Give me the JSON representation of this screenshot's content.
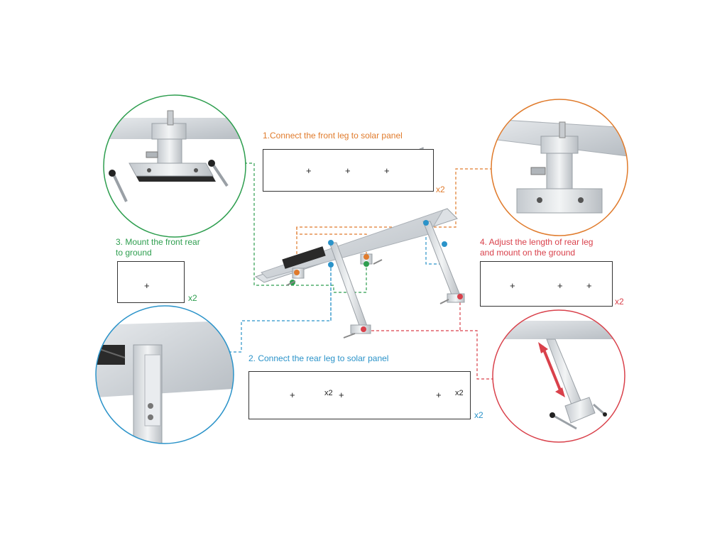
{
  "steps": {
    "step1": {
      "title": "1.Connect the front leg to solar panel",
      "multiplier": "x2"
    },
    "step2": {
      "title": "2. Connect the rear leg to solar panel",
      "multiplier": "x2",
      "inner_qty_a": "x2",
      "inner_qty_b": "x2"
    },
    "step3": {
      "title": "3. Mount the front rear\nto ground",
      "multiplier": "x2"
    },
    "step4": {
      "title": "4. Adjust the length of rear leg\nand mount on the ground",
      "multiplier": "x2"
    }
  },
  "plus_sign": "+",
  "colors": {
    "step1": "#e07b2c",
    "step2": "#2b93c9",
    "step3": "#2e9e4f",
    "step4": "#d9414b",
    "metal": "#d9dde1",
    "panel": "#c9ced3"
  },
  "icons": {
    "step1_parts": [
      "l-bracket",
      "bolt-washer-nut",
      "long-bolt-washer-nut",
      "u-bracket"
    ],
    "step2_parts": [
      "l-bracket",
      "bolt-washer-nut",
      "rail-channel",
      "bolt-washer-nut"
    ],
    "step3_parts": [
      "rubber-pad",
      "lag-screw"
    ],
    "step4_parts": [
      "bolt-washer-nut",
      "u-bracket",
      "rubber-pad",
      "lag-screw"
    ]
  }
}
